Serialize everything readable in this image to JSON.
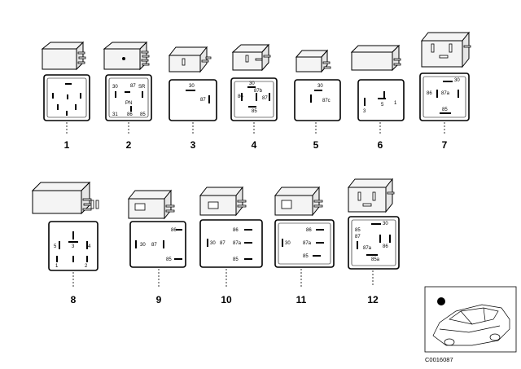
{
  "diagram_ref": "C0016087",
  "relays": [
    {
      "num": "1",
      "pins": [
        "",
        "",
        "",
        "",
        "",
        ""
      ]
    },
    {
      "num": "2",
      "pins": [
        "30",
        "31",
        "SR",
        "PN",
        "87",
        "86",
        "85"
      ]
    },
    {
      "num": "3",
      "pins": [
        "30",
        "87"
      ]
    },
    {
      "num": "4",
      "pins": [
        "30",
        "87",
        "86",
        "87b",
        "85"
      ]
    },
    {
      "num": "5",
      "pins": [
        "30",
        "87c"
      ]
    },
    {
      "num": "6",
      "pins": [
        "3",
        "5",
        "1"
      ]
    },
    {
      "num": "7",
      "pins": [
        "30",
        "86",
        "87a",
        "85"
      ]
    },
    {
      "num": "8",
      "pins": [
        "5",
        "3",
        "4",
        "1",
        "2"
      ]
    },
    {
      "num": "9",
      "pins": [
        "86",
        "30",
        "87",
        "85"
      ]
    },
    {
      "num": "10",
      "pins": [
        "86",
        "30",
        "87",
        "87a",
        "85"
      ]
    },
    {
      "num": "11",
      "pins": [
        "86",
        "30",
        "87a",
        "85"
      ]
    },
    {
      "num": "12",
      "pins": [
        "30",
        "85",
        "86",
        "87a",
        "87",
        "85a"
      ]
    }
  ]
}
